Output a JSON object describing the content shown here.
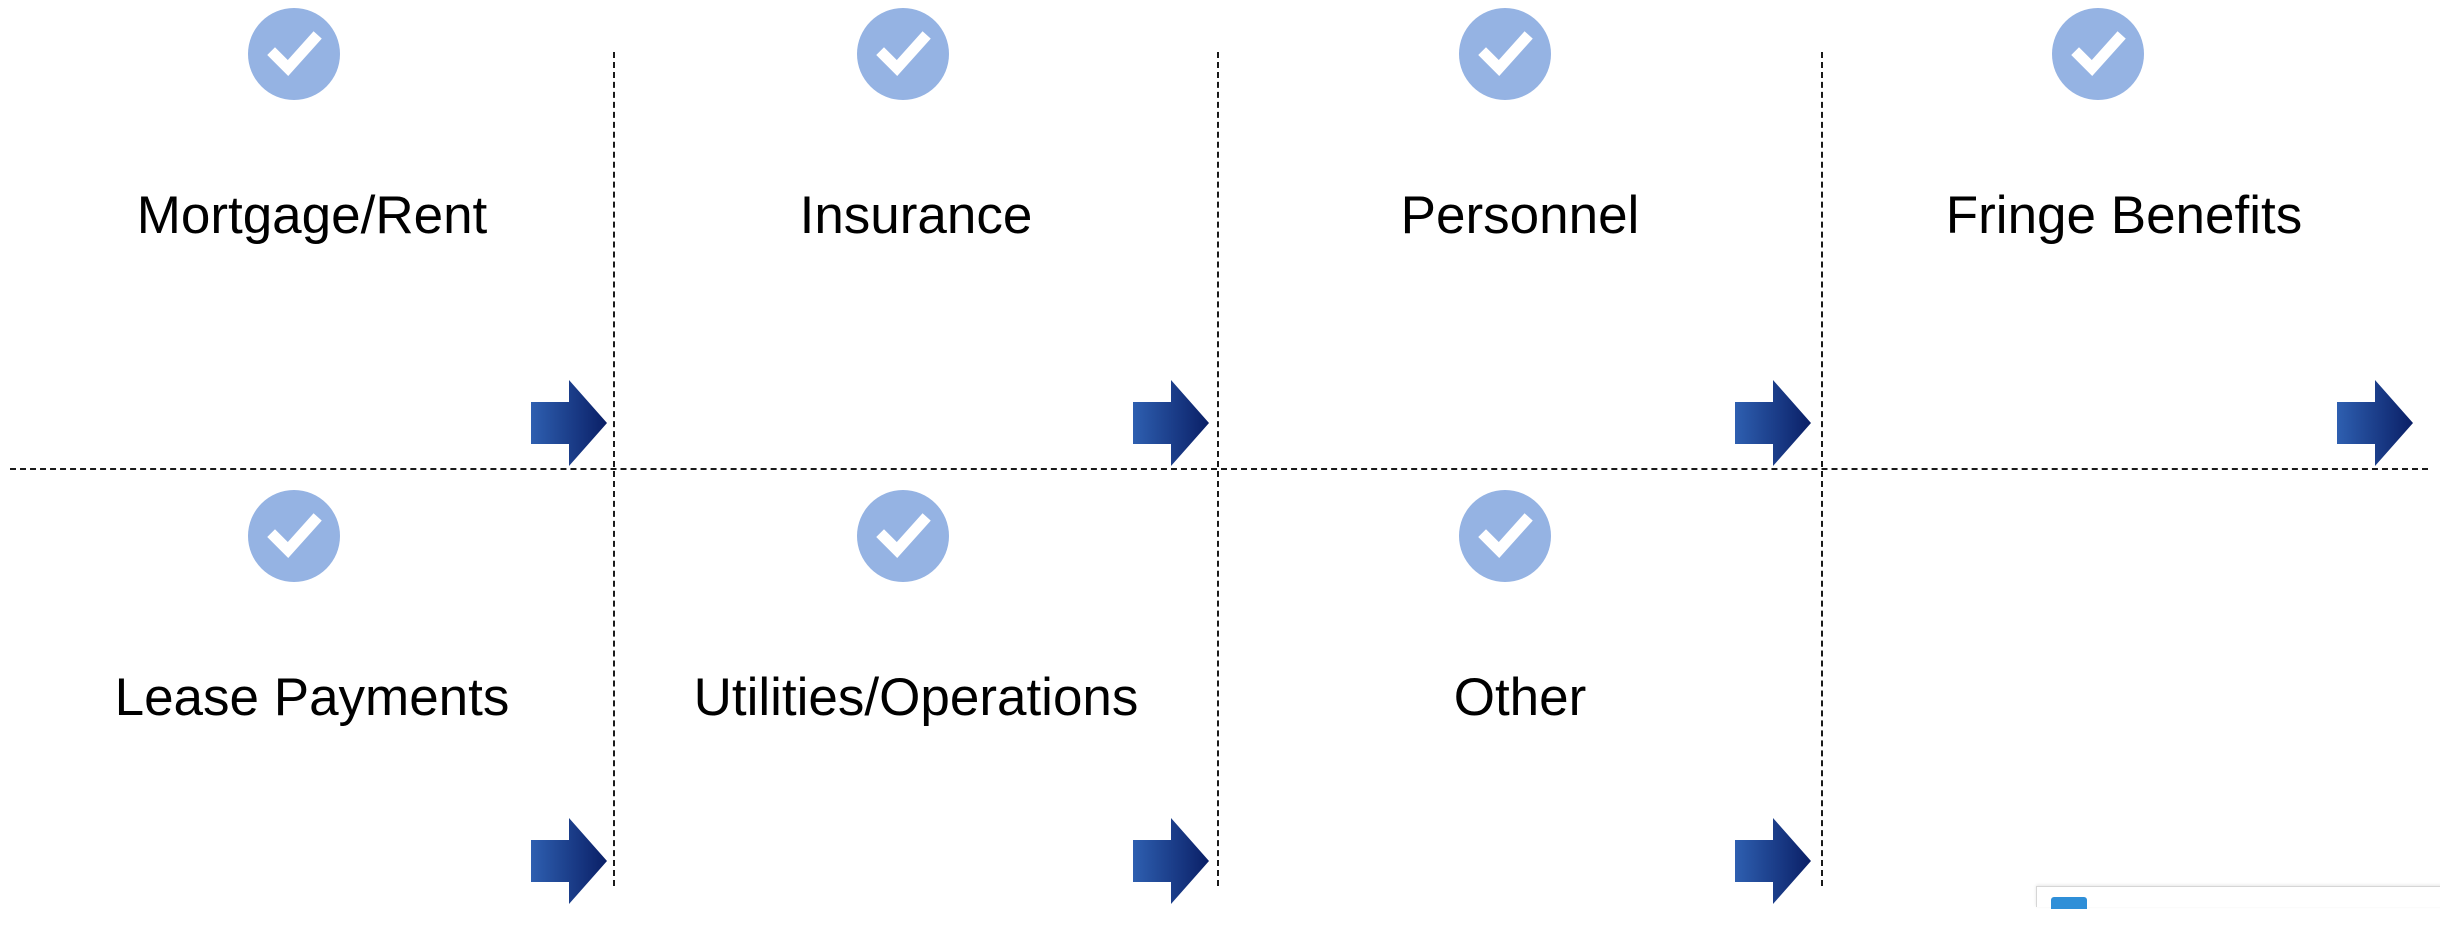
{
  "diagram": {
    "type": "category-grid",
    "rows": [
      {
        "cells": [
          {
            "label": "Mortgage/Rent",
            "checked": true,
            "icon": "check-circle-icon",
            "arrow": "arrow-right-icon"
          },
          {
            "label": "Insurance",
            "checked": true,
            "icon": "check-circle-icon",
            "arrow": "arrow-right-icon"
          },
          {
            "label": "Personnel",
            "checked": true,
            "icon": "check-circle-icon",
            "arrow": "arrow-right-icon"
          },
          {
            "label": "Fringe Benefits",
            "checked": true,
            "icon": "check-circle-icon",
            "arrow": "arrow-right-icon"
          }
        ]
      },
      {
        "cells": [
          {
            "label": "Lease Payments",
            "checked": true,
            "icon": "check-circle-icon",
            "arrow": "arrow-right-icon"
          },
          {
            "label": "Utilities/Operations",
            "checked": true,
            "icon": "check-circle-icon",
            "arrow": "arrow-right-icon"
          },
          {
            "label": "Other",
            "checked": true,
            "icon": "check-circle-icon",
            "arrow": "arrow-right-icon"
          },
          {
            "label": "",
            "checked": false
          }
        ]
      }
    ]
  },
  "colors": {
    "check_fill": "#95b3e3",
    "check_mark": "#ffffff",
    "arrow_light": "#2e5fb0",
    "arrow_dark": "#0a1f66",
    "divider": "#1a1a1a",
    "text": "#000000"
  }
}
